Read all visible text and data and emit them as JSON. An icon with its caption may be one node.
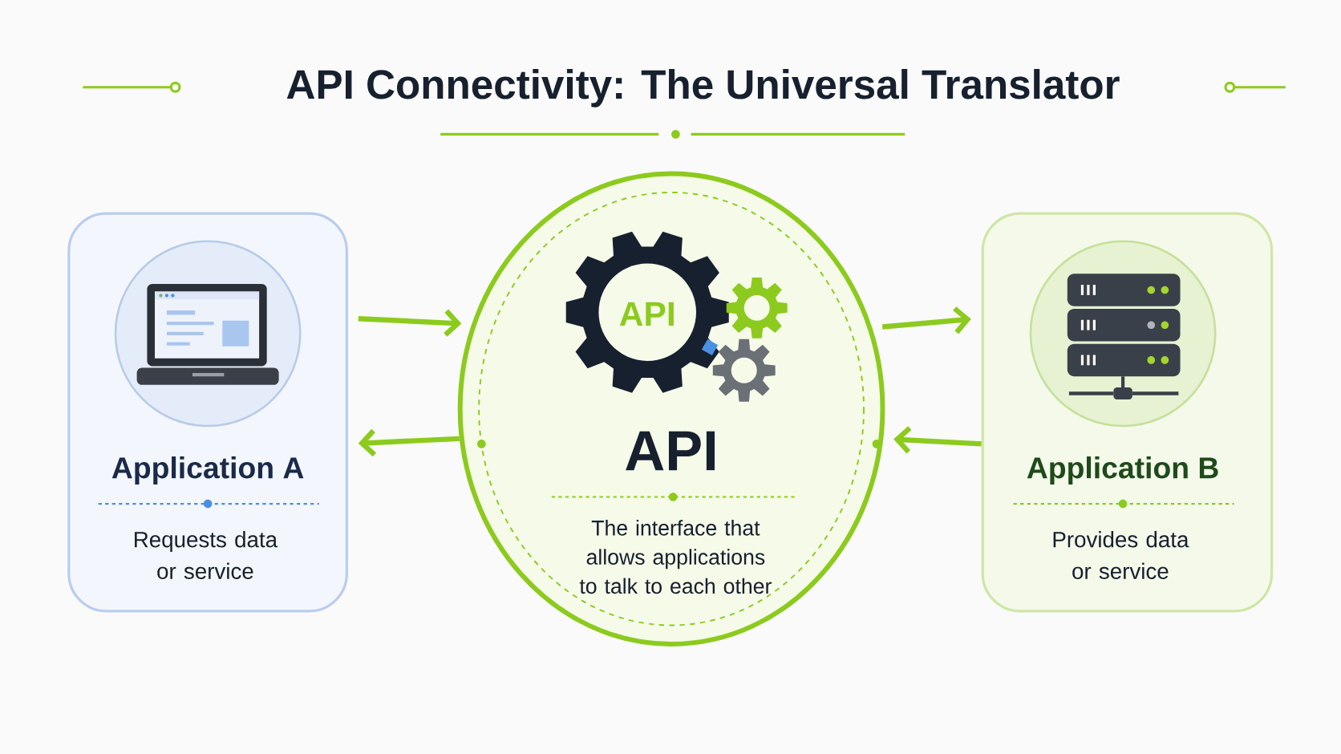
{
  "diagram": {
    "title": "API Connectivity: The Universal Translator",
    "nodes": [
      {
        "text": [
          "Application A",
          "Requests data or service"
        ]
      },
      {
        "text": [
          "API",
          "The interface that allows applications to talk to each other"
        ]
      },
      {
        "text": [
          "Application B",
          "Provides data or service"
        ]
      }
    ],
    "edges": [
      {
        "from": 0,
        "to": 1,
        "arrow": "to"
      },
      {
        "from": 1,
        "to": 2,
        "arrow": "to"
      },
      {
        "from": 2,
        "to": 1,
        "arrow": "to"
      },
      {
        "from": 1,
        "to": 0,
        "arrow": "to"
      }
    ],
    "labels": [
      "API"
    ]
  }
}
